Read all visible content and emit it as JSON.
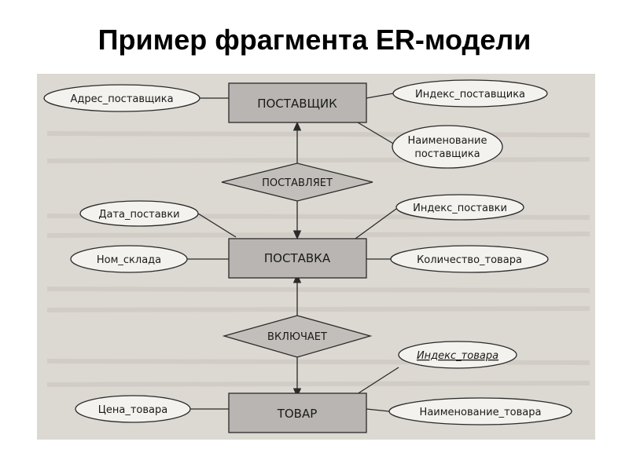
{
  "slide": {
    "title": "Пример фрагмента ER-модели"
  },
  "colors": {
    "page": "#ffffff",
    "scan_paper": "#dcd8d2",
    "entity_fill": "#b8b5b2",
    "relation_fill": "#c2beba",
    "stroke": "#2a2a2a"
  },
  "entities": {
    "supplier": "ПОСТАВЩИК",
    "delivery": "ПОСТАВКА",
    "product": "ТОВАР"
  },
  "relationships": {
    "supplies": "ПОСТАВЛЯЕТ",
    "includes": "ВКЛЮЧАЕТ"
  },
  "attributes": {
    "supplier_address": "Адрес_поставщика",
    "supplier_index": "Индекс_поставщика",
    "supplier_name_line1": "Наименование",
    "supplier_name_line2": "поставщика",
    "delivery_date": "Дата_поставки",
    "delivery_index": "Индекс_поставки",
    "warehouse_no": "Ном_склада",
    "product_quantity": "Количество_товара",
    "product_index": "Индекс_товара",
    "product_price": "Цена_товара",
    "product_name": "Наименование_товара"
  }
}
